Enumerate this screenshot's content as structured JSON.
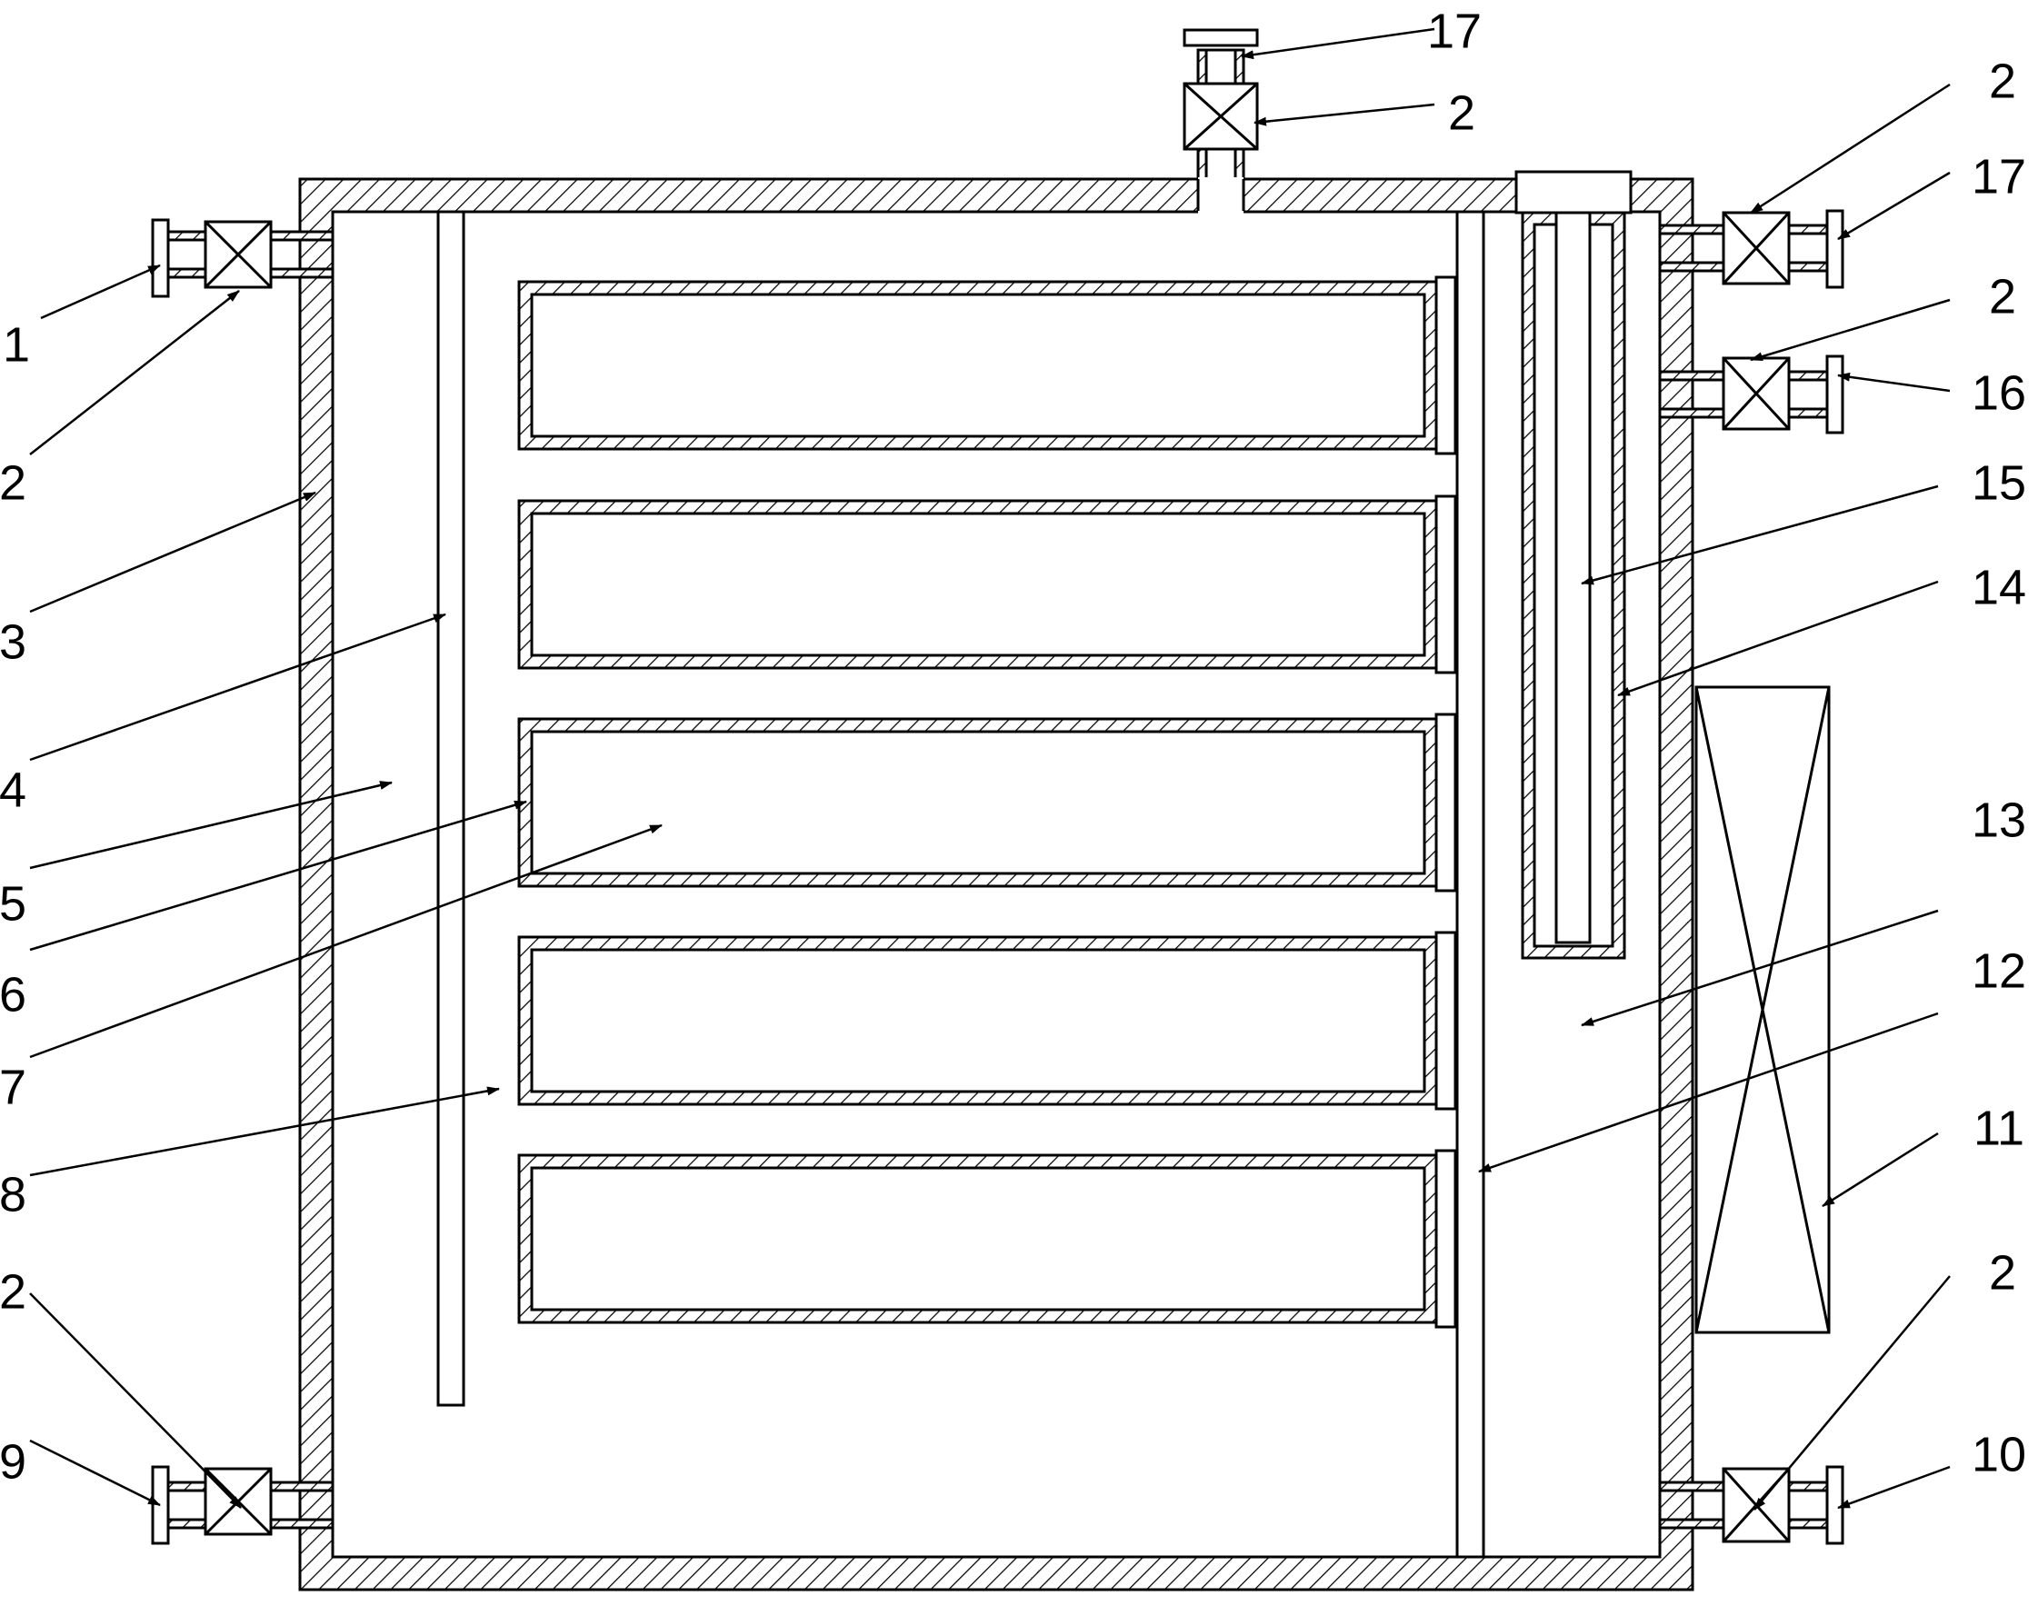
{
  "diagram": {
    "colors": {
      "stroke": "#000000",
      "fill": "#ffffff",
      "background": "#ffffff"
    },
    "labels": [
      {
        "id": "top-17",
        "text": "17"
      },
      {
        "id": "top-2",
        "text": "2"
      },
      {
        "id": "right-2-a",
        "text": "2"
      },
      {
        "id": "right-17",
        "text": "17"
      },
      {
        "id": "right-2-b",
        "text": "2"
      },
      {
        "id": "right-16",
        "text": "16"
      },
      {
        "id": "right-15",
        "text": "15"
      },
      {
        "id": "right-14",
        "text": "14"
      },
      {
        "id": "right-13",
        "text": "13"
      },
      {
        "id": "right-12",
        "text": "12"
      },
      {
        "id": "right-11",
        "text": "11"
      },
      {
        "id": "right-2-c",
        "text": "2"
      },
      {
        "id": "right-10",
        "text": "10"
      },
      {
        "id": "left-1",
        "text": "1"
      },
      {
        "id": "left-2-a",
        "text": "2"
      },
      {
        "id": "left-3",
        "text": "3"
      },
      {
        "id": "left-4",
        "text": "4"
      },
      {
        "id": "left-5",
        "text": "5"
      },
      {
        "id": "left-6",
        "text": "6"
      },
      {
        "id": "left-7",
        "text": "7"
      },
      {
        "id": "left-8",
        "text": "8"
      },
      {
        "id": "left-2-b",
        "text": "2"
      },
      {
        "id": "left-9",
        "text": "9"
      }
    ]
  }
}
